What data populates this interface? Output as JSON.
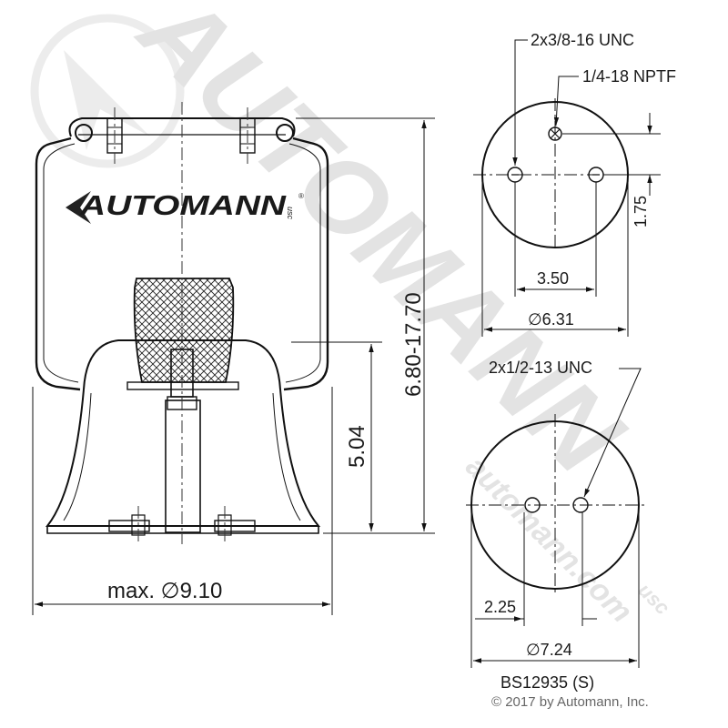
{
  "watermark": {
    "brand": "AUTOMANN",
    "url": "automann.com",
    "suffix": "usc"
  },
  "logo": {
    "text": "AUTOMANN",
    "suffix": "usc",
    "mark": "registered-mark"
  },
  "side_view": {
    "height_dimension": "6.80-17.70",
    "piston_dimension": "5.04",
    "diameter_dimension": "max. ∅9.10"
  },
  "top_plate": {
    "stud_callout": "2x3/8-16 UNC",
    "port_callout": "1/4-18 NPTF",
    "offset_dimension": "1.75",
    "spacing_dimension": "3.50",
    "diameter_dimension": "∅6.31"
  },
  "bottom_plate": {
    "bolt_callout": "2x1/2-13 UNC",
    "spacing_dimension": "2.25",
    "diameter_dimension": "∅7.24"
  },
  "part_number": "BS12935 (S)",
  "copyright": "© 2017 by Automann, Inc."
}
